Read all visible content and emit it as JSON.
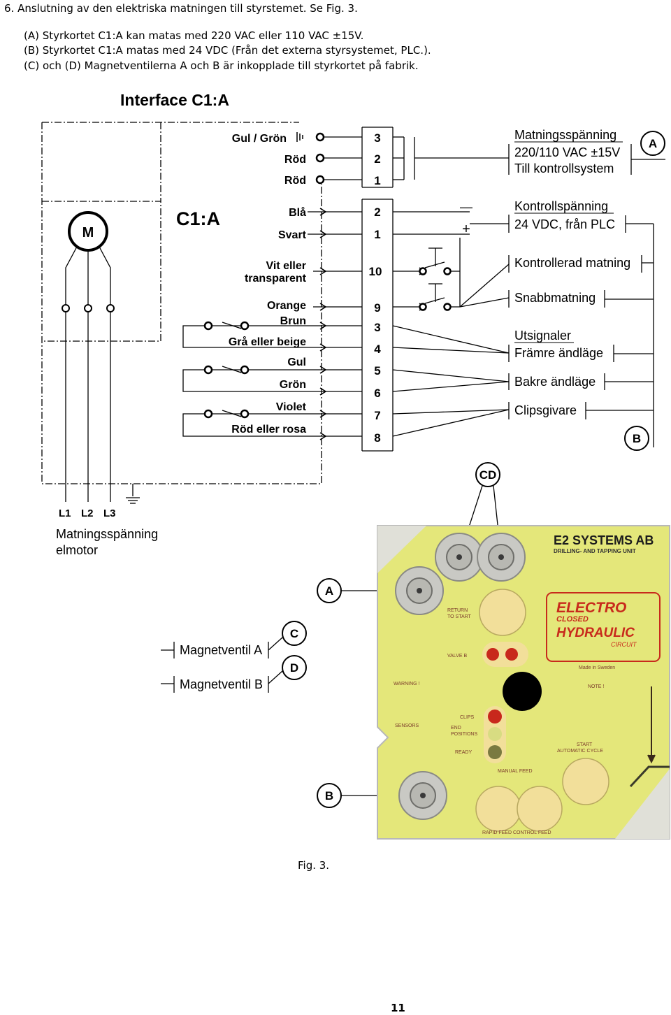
{
  "intro": {
    "heading": "6.   Anslutning av den elektriska matningen till styrstemet. Se Fig. 3.",
    "item_a": "(A) Styrkortet C1:A kan matas med 220 VAC eller 110 VAC ±15V.",
    "item_b": "(B) Styrkortet C1:A matas med 24 VDC (Från det externa styrsystemet, PLC.).",
    "item_cd": "(C) och (D) Magnetventilerna A och B är inkopplade till styrkortet på fabrik."
  },
  "diagram": {
    "title": "Interface C1:A",
    "board_label": "C1:A",
    "motor_label": "M",
    "wires": [
      "Gul / Grön",
      "Röd",
      "Röd",
      "Blå",
      "Svart",
      "Vit eller",
      "transparent",
      "Orange",
      "Brun",
      "Grå eller beige",
      "Gul",
      "Grön",
      "Violet",
      "Röd eller rosa"
    ],
    "terminals_top": [
      "3",
      "2",
      "1"
    ],
    "terminals_bottom": [
      "2",
      "1",
      "10",
      "9",
      "3",
      "4",
      "5",
      "6",
      "7",
      "8"
    ],
    "polarity": [
      "—",
      "+"
    ],
    "right": {
      "matning_title": "Matningsspänning",
      "matning_v": "220/110 VAC ±15V",
      "matning_to": "Till kontrollsystem",
      "kontroll_title": "Kontrollspänning",
      "kontroll_v": "24 VDC, från PLC",
      "kontrollerad": "Kontrollerad matning",
      "snabb": "Snabbmatning",
      "utsignaler": "Utsignaler",
      "framre": "Främre ändläge",
      "bakre": "Bakre ändläge",
      "clips": "Clipsgivare"
    },
    "circles": {
      "a": "A",
      "b": "B",
      "c": "C",
      "d": "D",
      "cd": "CD"
    },
    "phases": [
      "L1",
      "L2",
      "L3"
    ],
    "motor_supply": [
      "Matningsspänning",
      "elmotor"
    ],
    "valves": [
      "Magnetventil A",
      "Magnetventil B"
    ]
  },
  "panel": {
    "company": "E2 SYSTEMS AB",
    "subtitle": "DRILLING- AND TAPPING UNIT",
    "electro": "ELECTRO",
    "closed": "CLOSED",
    "hydraulic": "HYDRAULIC",
    "circuit": "CIRCUIT",
    "made_in": "Made in Sweden",
    "return": "RETURN",
    "to_start": "TO START",
    "valve_label": "VALVE  B",
    "sensors": "SENSORS",
    "clips": "CLIPS",
    "end": "END",
    "positions": "POSITIONS",
    "ready": "READY",
    "start": "START",
    "auto": "AUTOMATIC  CYCLE",
    "manual": "MANUAL FEED",
    "note": "NOTE !",
    "warning": "WARNING !",
    "bottom_text": "RAPID FEED  CONTROL FEED",
    "colors": {
      "panel": "#e4e77a",
      "led_red": "#c8281c",
      "led_green": "#d8dc82",
      "led_olive": "#7a7a40",
      "title_red": "#c82a1c"
    }
  },
  "caption": "Fig. 3.",
  "page_number": "11"
}
